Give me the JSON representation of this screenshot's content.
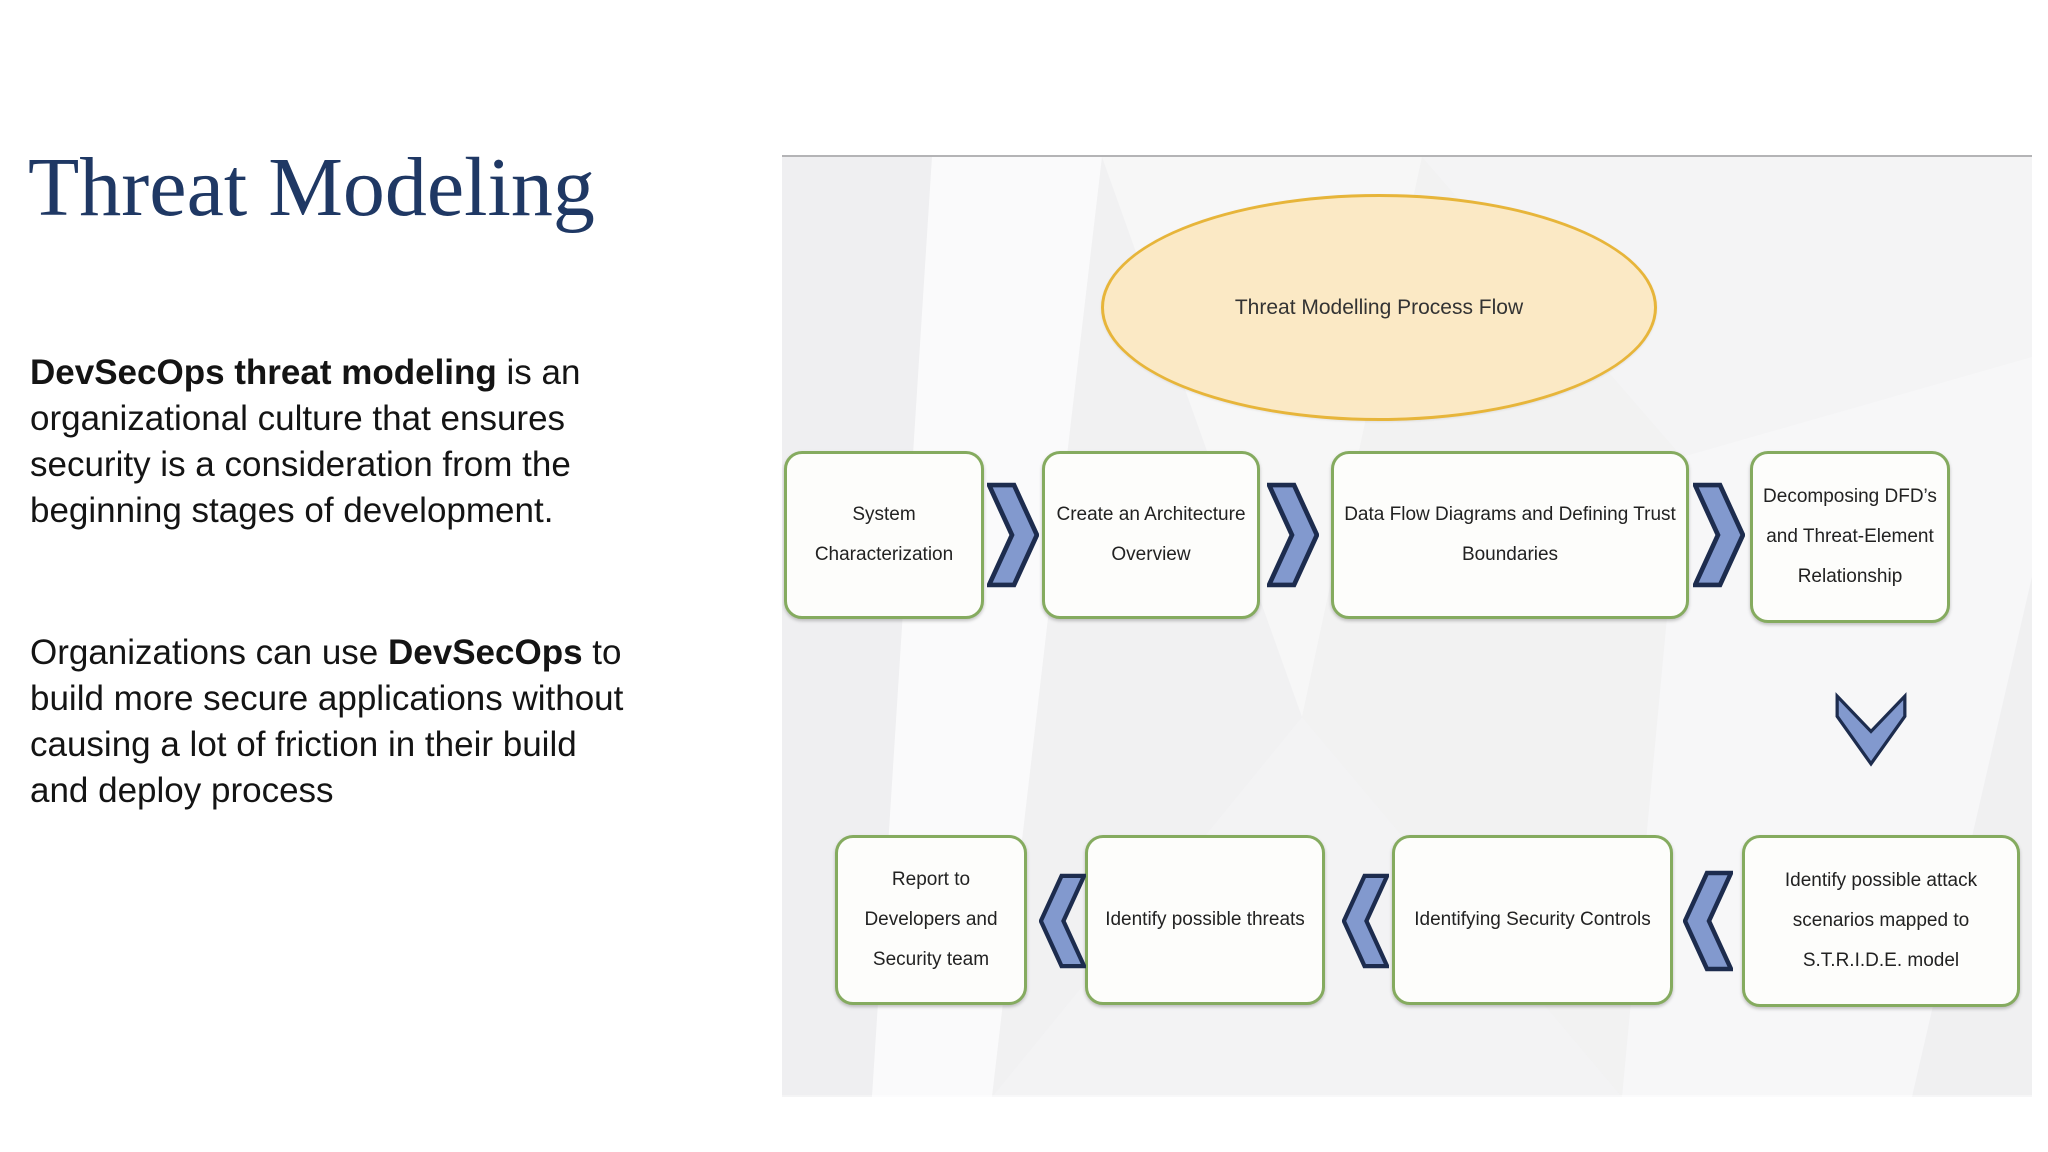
{
  "slide": {
    "title": "Threat Modeling"
  },
  "text": {
    "p1": {
      "l1_bold": "DevSecOps threat modeling",
      "l1_rest": " is an",
      "l2": "organizational culture that ensures",
      "l3": "security is a consideration from the",
      "l4": "beginning stages of development."
    },
    "p2": {
      "l1_pre": "Organizations can use ",
      "l1_bold": "DevSecOps",
      "l1_post": " to",
      "l2": "build more secure applications without",
      "l3": "causing a lot of friction in their build",
      "l4": "and deploy process"
    }
  },
  "diagram": {
    "ellipse_label": "Threat Modelling Process Flow",
    "steps_top": [
      "System Characterization",
      "Create an Architecture Overview",
      "Data Flow Diagrams and Defining Trust Boundaries",
      "Decomposing DFD’s and Threat-Element Relationship"
    ],
    "steps_bottom": [
      "Report to Developers and Security team",
      "Identify possible threats",
      "Identifying Security Controls",
      "Identify possible attack scenarios mapped to S.T.R.I.D.E.  model"
    ],
    "icons": {
      "chevron_right": "❯",
      "chevron_left": "❮",
      "chevron_down": "⌄"
    },
    "colors": {
      "title_text": "#1f3864",
      "ellipse_fill": "#fbe9c5",
      "ellipse_border": "#e7b53a",
      "box_fill": "#fdfdfb",
      "box_border": "#85ab5f",
      "chevron_fill": "#8299ce",
      "chevron_border": "#1d2c4e",
      "panel_background": "#f4f4f5"
    }
  }
}
